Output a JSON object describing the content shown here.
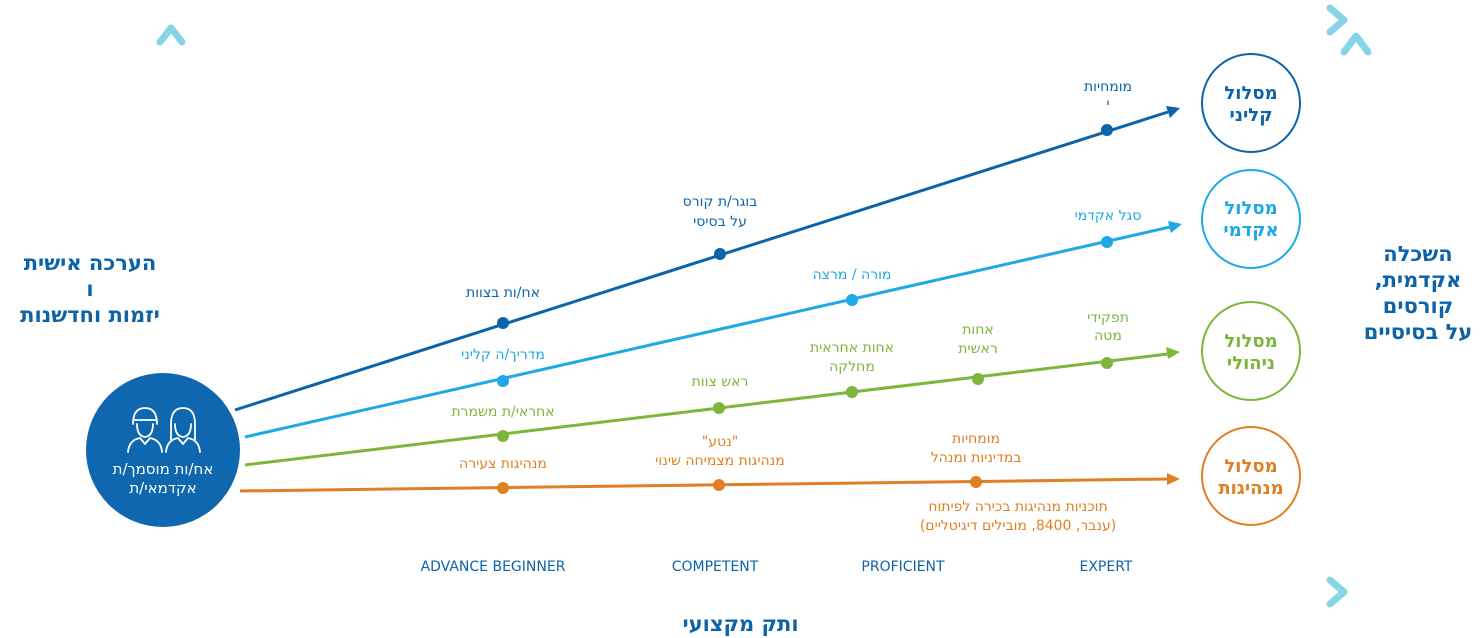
{
  "colors": {
    "frame": "#8fd8e8",
    "clinical": "#0d63a8",
    "academic": "#1ea8e4",
    "managerial": "#7cb63a",
    "leadership": "#e07f24",
    "hub_fill": "#0f67b0",
    "stage_text": "#0d63a8",
    "side_text": "#0d63a8"
  },
  "left_label": {
    "line1": "הערכה אישית",
    "line2": "ו",
    "line3": "יזמות וחדשנות"
  },
  "right_label": {
    "line1": "השכלה",
    "line2": "אקדמית,",
    "line3": "קורסים",
    "line4": "על בסיסיים"
  },
  "bottom_label": "ותק מקצועי",
  "hub": {
    "line1": "אח/ות מוסמך/ת",
    "line2": "אקדמאי/ת",
    "icon": "nurses-icon"
  },
  "stages": [
    "ADVANCE BEGINNER",
    "COMPETENT",
    "PROFICIENT",
    "EXPERT"
  ],
  "tracks": [
    {
      "key": "clinical",
      "circle_line1": "מסלול",
      "circle_line2": "קליני",
      "points": [
        {
          "stage": 1,
          "lines": [
            "אח/ות בצוות"
          ]
        },
        {
          "stage": 2,
          "lines": [
            "בוגר/ת קורס",
            "על בסיסי"
          ]
        },
        {
          "stage": 4,
          "lines": [
            "מומחיות",
            "י"
          ]
        }
      ]
    },
    {
      "key": "academic",
      "circle_line1": "מסלול",
      "circle_line2": "אקדמי",
      "points": [
        {
          "stage": 1,
          "lines": [
            "מדריך/ה קליני"
          ]
        },
        {
          "stage": 3,
          "lines": [
            "מורה / מרצה"
          ]
        },
        {
          "stage": 4,
          "lines": [
            "סגל אקדמי"
          ]
        }
      ]
    },
    {
      "key": "managerial",
      "circle_line1": "מסלול",
      "circle_line2": "ניהולי",
      "points": [
        {
          "stage": 1,
          "lines": [
            "אחראי/ת משמרת"
          ]
        },
        {
          "stage": 2,
          "lines": [
            "ראש צוות"
          ]
        },
        {
          "stage": 3,
          "lines": [
            "אחות אחראית",
            "מחלקה"
          ]
        },
        {
          "stage": 3.5,
          "lines": [
            "אחות",
            "ראשית"
          ]
        },
        {
          "stage": 4,
          "lines": [
            "תפקידי",
            "מטה"
          ]
        }
      ]
    },
    {
      "key": "leadership",
      "circle_line1": "מסלול",
      "circle_line2": "מנהיגות",
      "points": [
        {
          "stage": 1,
          "lines": [
            "מנהיגות צעירה"
          ]
        },
        {
          "stage": 2,
          "lines": [
            "\"נטע\"",
            "מנהיגות מצמיחה שינוי"
          ]
        },
        {
          "stage": 3,
          "lines": [
            "מומחיות",
            "במדיניות ומנהל"
          ]
        }
      ],
      "note_lines": [
        "תוכניות מנהיגות בכירה לפיתוח",
        "(ענבר,  8400, מובילים דיגיטליים)"
      ]
    }
  ]
}
